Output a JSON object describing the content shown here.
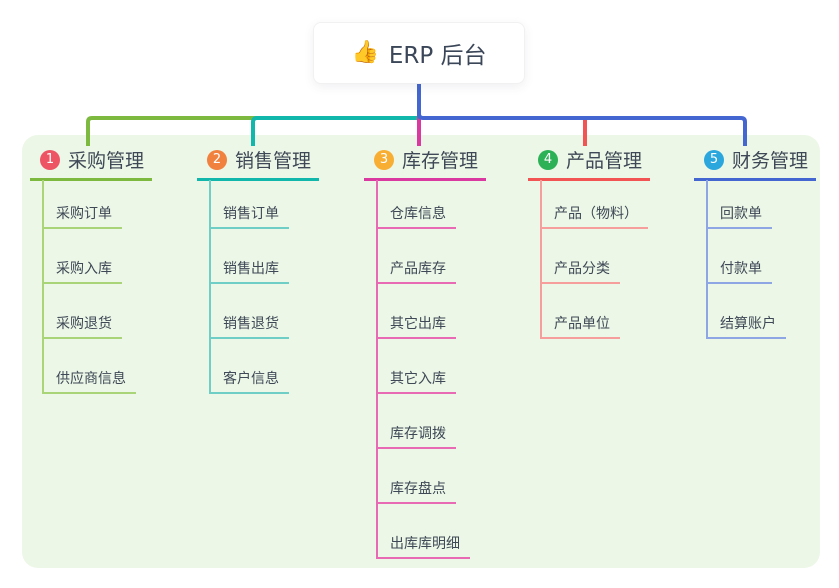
{
  "root": {
    "icon": "👍",
    "title": "ERP 后台"
  },
  "branches": [
    {
      "index": "1",
      "title": "采购管理",
      "children": [
        "采购订单",
        "采购入库",
        "采购退货",
        "供应商信息"
      ]
    },
    {
      "index": "2",
      "title": "销售管理",
      "children": [
        "销售订单",
        "销售出库",
        "销售退货",
        "客户信息"
      ]
    },
    {
      "index": "3",
      "title": "库存管理",
      "children": [
        "仓库信息",
        "产品库存",
        "其它出库",
        "其它入库",
        "库存调拨",
        "库存盘点",
        "出库库明细"
      ]
    },
    {
      "index": "4",
      "title": "产品管理",
      "children": [
        "产品（物料）",
        "产品分类",
        "产品单位"
      ]
    },
    {
      "index": "5",
      "title": "财务管理",
      "children": [
        "回款单",
        "付款单",
        "结算账户"
      ]
    }
  ],
  "colors": {
    "panel_bg": "#ecf7e7",
    "root_stub_blue": "#4a5fd1",
    "branch1_green": "#7cb93e",
    "branch2_teal": "#12b7ab",
    "branch3_magenta": "#da399f",
    "branch4_red": "#f25353",
    "branch5_blue": "#4466d0",
    "branch1_child_green": "#a9d478",
    "branch2_child_teal": "#6fcfc6",
    "branch3_child_pink": "#e96ab4",
    "branch4_child_salmon": "#f59e9b",
    "branch5_child_blue": "#8ea6e4",
    "badge1_red": "#ed5565",
    "badge2_orange": "#f0813f",
    "badge3_amber": "#f7ae33",
    "badge4_green": "#2db157",
    "badge5_blue": "#2ba7de",
    "thumb_yellow": "#f6be2c",
    "text_dark": "#3e4856"
  }
}
